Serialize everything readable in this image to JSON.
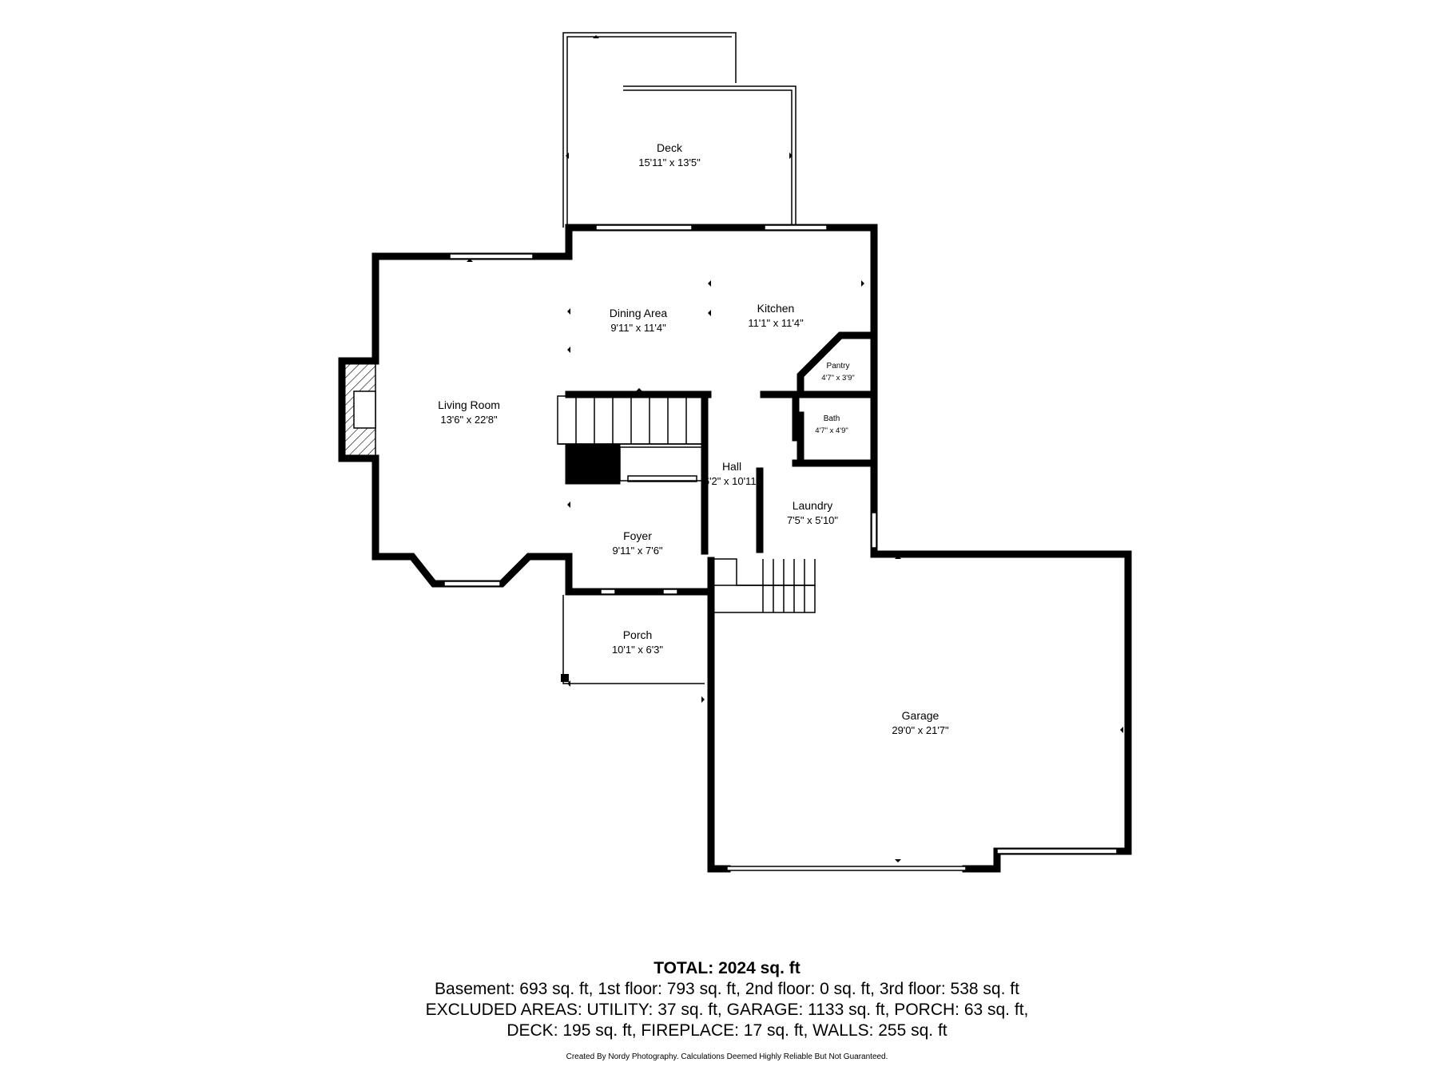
{
  "rooms": {
    "deck": {
      "name": "Deck",
      "dims": "15'11\" x 13'5\""
    },
    "dining": {
      "name": "Dining Area",
      "dims": "9'11\" x 11'4\""
    },
    "kitchen": {
      "name": "Kitchen",
      "dims": "11'1\" x 11'4\""
    },
    "pantry": {
      "name": "Pantry",
      "dims": "4'7\" x 3'9\""
    },
    "living": {
      "name": "Living Room",
      "dims": "13'6\" x 22'8\""
    },
    "bath": {
      "name": "Bath",
      "dims": "4'7\" x 4'9\""
    },
    "hall": {
      "name": "Hall",
      "dims": "6'2\" x 10'11\""
    },
    "laundry": {
      "name": "Laundry",
      "dims": "7'5\" x 5'10\""
    },
    "foyer": {
      "name": "Foyer",
      "dims": "9'11\" x 7'6\""
    },
    "porch": {
      "name": "Porch",
      "dims": "10'1\" x 6'3\""
    },
    "garage": {
      "name": "Garage",
      "dims": "29'0\" x 21'7\""
    }
  },
  "summary": {
    "total": "TOTAL: 2024 sq. ft",
    "line1": "Basement: 693 sq. ft, 1st floor: 793 sq. ft, 2nd floor: 0 sq. ft, 3rd floor: 538 sq. ft",
    "line2": "EXCLUDED AREAS: UTILITY: 37 sq. ft, GARAGE: 1133 sq. ft, PORCH: 63 sq. ft,",
    "line3": "DECK: 195 sq. ft, FIREPLACE: 17 sq. ft, WALLS: 255 sq. ft",
    "credit": "Created By Nordy Photography. Calculations Deemed Highly Reliable But Not Guaranteed."
  }
}
